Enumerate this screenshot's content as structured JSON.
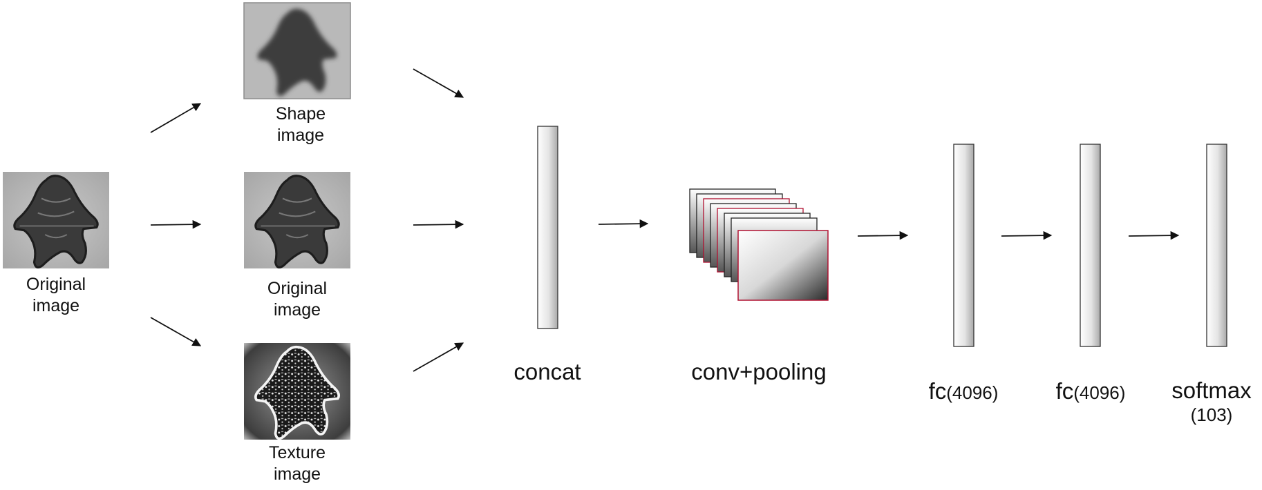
{
  "diagram": {
    "inputs": {
      "original_left": {
        "line1": "Original",
        "line2": "image",
        "icon": "plankton-micrograph"
      },
      "shape": {
        "line1": "Shape",
        "line2": "image",
        "icon": "plankton-blurred"
      },
      "original_mid": {
        "line1": "Original",
        "line2": "image",
        "icon": "plankton-micrograph"
      },
      "texture": {
        "line1": "Texture",
        "line2": "image",
        "icon": "plankton-texture"
      }
    },
    "stages": {
      "concat": "concat",
      "conv": "conv+pooling",
      "fc1": {
        "name": "fc",
        "param": "(4096)"
      },
      "fc2": {
        "name": "fc",
        "param": "(4096)"
      },
      "softmax": {
        "name": "softmax",
        "param": "(103)"
      }
    },
    "colors": {
      "arrow": "#111111",
      "bar_border": "#333333",
      "feature_map_accent": "#b01030"
    }
  }
}
